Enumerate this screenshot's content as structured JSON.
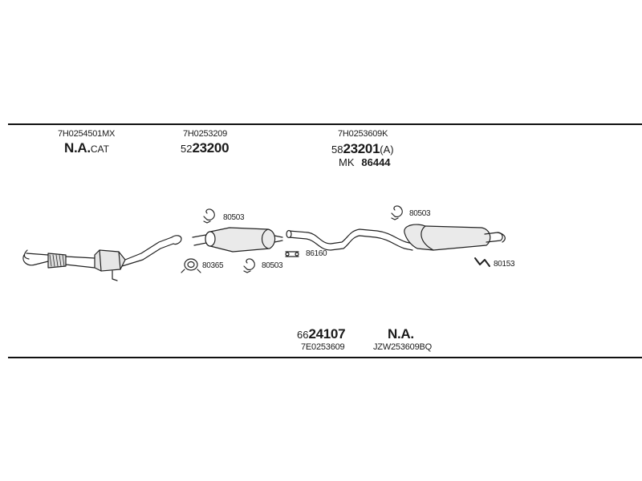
{
  "top_labels": {
    "front": {
      "oe": "7H0254501MX",
      "main": "N.A.",
      "suffix": "CAT"
    },
    "middle": {
      "oe": "7H0253209",
      "prefix": "52",
      "main": "23200"
    },
    "rear": {
      "oe": "7H0253609K",
      "prefix": "58",
      "main": "23201",
      "suffix": "(A)",
      "alt_prefix": "MK",
      "alt_code": "86444"
    }
  },
  "bottom_labels": {
    "kit": {
      "prefix": "66",
      "main": "24107",
      "oe": "7E0253609"
    },
    "na": {
      "main": "N.A.",
      "oe": "JZW253609BQ"
    }
  },
  "part_codes": {
    "hanger_mid": "80503",
    "clamp_front": "80365",
    "hanger_low": "80503",
    "gasket": "86160",
    "hanger_rear": "80503",
    "bracket_rear": "80153"
  }
}
